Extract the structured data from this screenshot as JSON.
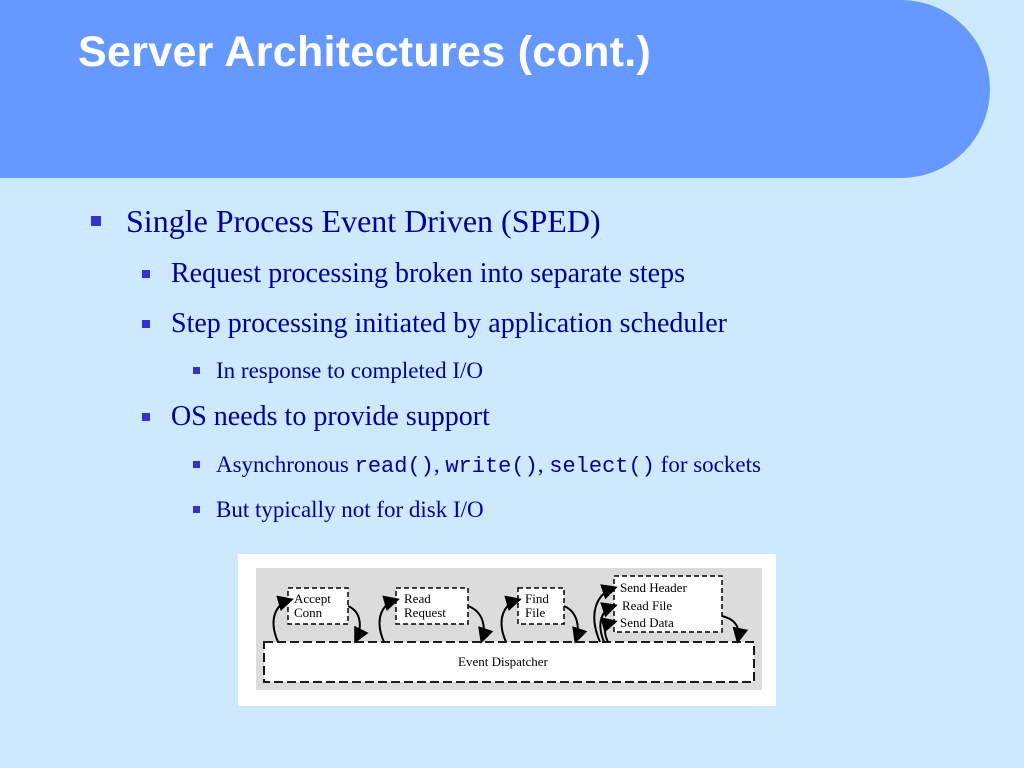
{
  "slide": {
    "title": "Server Architectures (cont.)",
    "bullets": {
      "sped": "Single Process Event Driven (SPED)",
      "broken": "Request processing broken into separate steps",
      "scheduler": "Step processing initiated by application scheduler",
      "completed_io": "In response to completed I/O",
      "os_support": "OS needs to provide support",
      "async_prefix": "Asynchronous ",
      "async_read": "read()",
      "async_sep1": ", ",
      "async_write": "write()",
      "async_sep2": ", ",
      "async_select": "select()",
      "async_suffix": " for sockets",
      "disk_io": "But typically not for disk I/O"
    }
  },
  "diagram": {
    "accept_line1": "Accept",
    "accept_line2": "Conn",
    "read_line1": "Read",
    "read_line2": "Request",
    "find_line1": "Find",
    "find_line2": "File",
    "send_header": "Send Header",
    "read_file": "Read File",
    "send_data": "Send Data",
    "dispatcher": "Event Dispatcher"
  }
}
